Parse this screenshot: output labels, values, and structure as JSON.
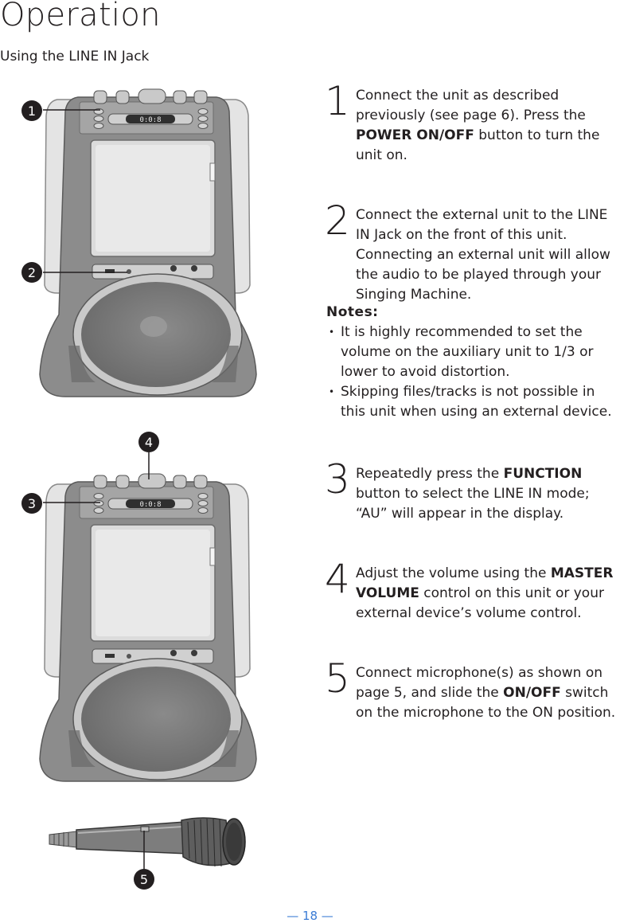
{
  "page": {
    "title": "Operation",
    "subtitle": "Using the LINE IN Jack",
    "page_number": "— 18 —"
  },
  "callouts": [
    "1",
    "2",
    "3",
    "4",
    "5"
  ],
  "displays": {
    "top": "0:0:8",
    "bottom": "0:0:8"
  },
  "steps": [
    {
      "num": "1",
      "text_before": "Connect the unit as described previously (see page 6). Press the ",
      "bold": "POWER ON/OFF",
      "text_after": " button to turn the unit on."
    },
    {
      "num": "2",
      "text_before": "Connect the external unit to the LINE IN Jack on the front of this unit. Connecting an external unit will allow the audio to be played through your Singing Machine.",
      "bold": "",
      "text_after": ""
    },
    {
      "num": "3",
      "text_before": "Repeatedly press the ",
      "bold": "FUNCTION",
      "text_after": " button to select the LINE IN mode; “AU” will appear in the display."
    },
    {
      "num": "4",
      "text_before": "Adjust the volume using the ",
      "bold": "MASTER VOLUME",
      "text_after": " control on this unit or your external device’s volume control."
    },
    {
      "num": "5",
      "text_before": "Connect microphone(s) as shown on page 5, and slide the ",
      "bold": "ON/OFF",
      "text_after": " switch on the microphone to the ON position."
    }
  ],
  "notes": {
    "heading": "Notes:",
    "items": [
      "It is highly recommended to set the volume on the auxiliary unit to 1/3 or lower to avoid distortion.",
      "Skipping files/tracks is not possible in this unit when using an external device."
    ]
  }
}
